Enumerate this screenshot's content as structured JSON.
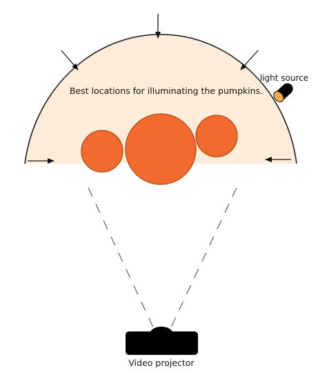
{
  "labels": {
    "caption": "Best locations for illuminating the pumpkins.",
    "light_source": "light source",
    "projector": "Video projector"
  },
  "colors": {
    "zone_fill": "#fdecd9",
    "pumpkin_fill": "#f26b2e",
    "pumpkin_stroke": "#b6521f",
    "outline": "#111111",
    "projector": "#000000",
    "lamp_lens": "#f5a94a",
    "beam": "#666666"
  },
  "icons": {
    "arrows": "arrow-icon",
    "light": "flashlight-icon",
    "projector": "video-projector-icon"
  }
}
